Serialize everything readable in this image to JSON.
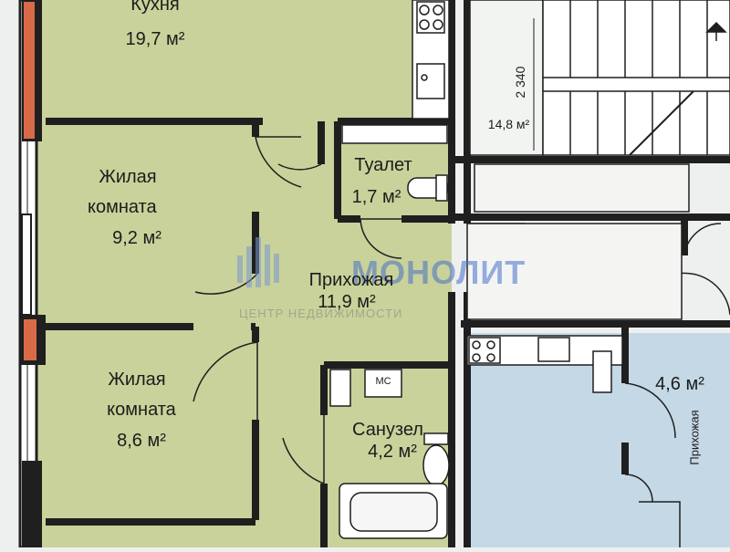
{
  "rooms": {
    "kitchen": {
      "name": "Кухня",
      "area": "19,7 м²"
    },
    "living1": {
      "line1": "Жилая",
      "line2": "комната",
      "area": "9,2 м²"
    },
    "toilet": {
      "name": "Туалет",
      "area": "1,7 м²"
    },
    "hall": {
      "name": "Прихожая",
      "area": "11,9 м²"
    },
    "living2": {
      "line1": "Жилая",
      "line2": "комната",
      "area": "8,6 м²"
    },
    "bath": {
      "name": "Санузел",
      "area": "4,2 м²",
      "washer_label": "МС"
    },
    "stair": {
      "area": "14,8 м²",
      "dimension": "2 340"
    },
    "neighbor": {
      "area": "4,6 м²",
      "hall_label": "Прихожая"
    }
  },
  "watermark": {
    "brand": "МОНОЛИТ",
    "sub": "ЦЕНТР НЕДВИЖИМОСТИ"
  },
  "colors": {
    "apartment_fill": "#c9d29a",
    "neighbor_fill": "#c5d8e6",
    "wall": "#1f1f1f",
    "background": "#eef0ef"
  }
}
